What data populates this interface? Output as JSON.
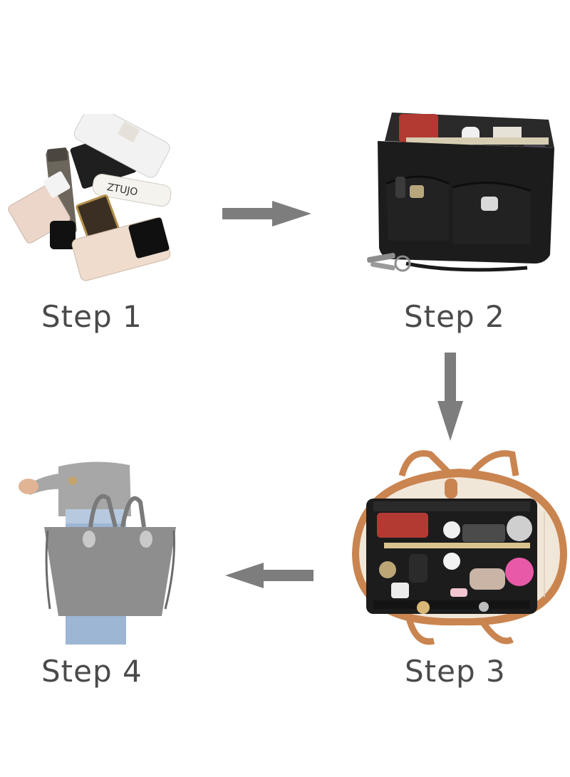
{
  "steps": [
    {
      "label": "Step 1",
      "illustration": "cosmetics-pile"
    },
    {
      "label": "Step 2",
      "illustration": "filled-organizer-insert"
    },
    {
      "label": "Step 3",
      "illustration": "organizer-inside-tote"
    },
    {
      "label": "Step 4",
      "illustration": "person-carrying-tote"
    }
  ],
  "product_text": "ZTUJO",
  "colors": {
    "arrow": "#7d7d7d",
    "label": "#4a4a4a",
    "felt": "#1c1c1c",
    "tote": "#8e8e8e",
    "leather": "#c98450"
  }
}
